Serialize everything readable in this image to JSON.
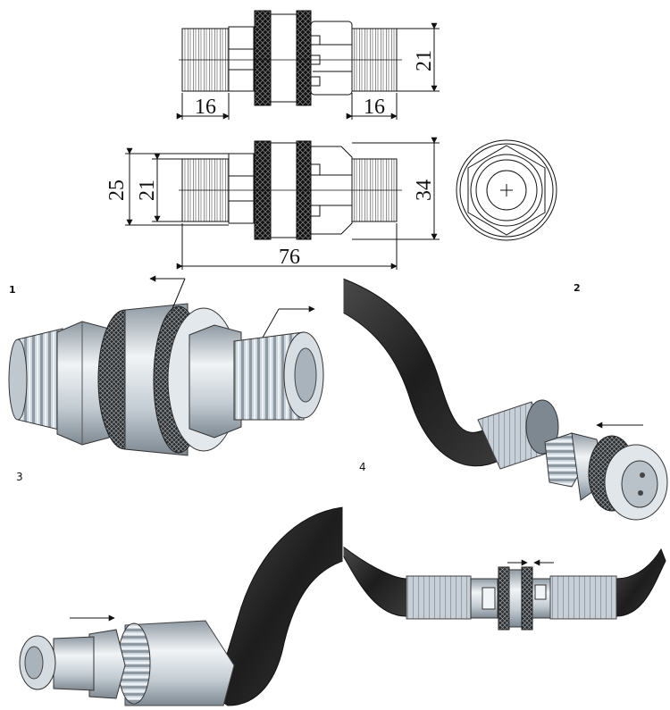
{
  "dimensions": {
    "top_left_thread": "16",
    "top_right_thread": "16",
    "top_height": "21",
    "bottom_outer": "25",
    "bottom_inner": "21",
    "bottom_body": "34",
    "total_length": "76"
  },
  "panels": {
    "p1": "1",
    "p2": "2",
    "p3": "3",
    "p4": "4"
  },
  "colors": {
    "hose": "#2a2a2a",
    "steel": "#cdd6dd",
    "steel_dark": "#8f9aa3",
    "knurl": "#1e1e1e",
    "line": "#111111"
  }
}
